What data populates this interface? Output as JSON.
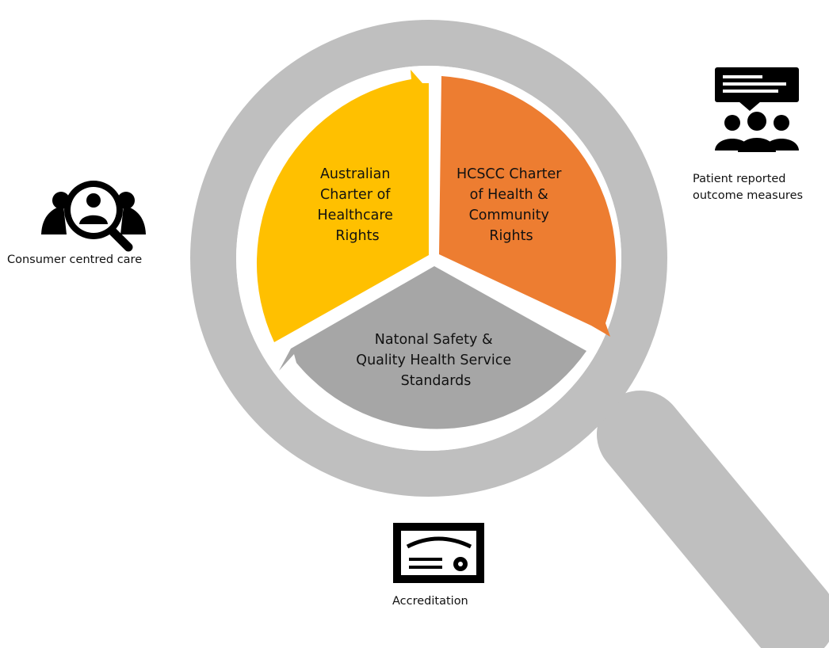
{
  "segments": {
    "australian": {
      "lines": [
        "Australian",
        "Charter of",
        "Healthcare",
        "Rights"
      ],
      "color": "#FFC000"
    },
    "hcscc": {
      "lines": [
        "HCSCC Charter",
        "of Health &",
        "Community",
        "Rights"
      ],
      "color": "#ED7D31"
    },
    "national": {
      "lines": [
        "Natonal Safety &",
        "Quality Health Service",
        "Standards"
      ],
      "color": "#A6A6A6"
    }
  },
  "magnifier_color": "#BFBFBF",
  "icons": {
    "consumer": {
      "icon": "consumer-magnifier-icon",
      "label": "Consumer centred care"
    },
    "patient": {
      "icon": "speech-group-icon",
      "label_lines": [
        "Patient reported",
        "outcome measures"
      ]
    },
    "accreditation": {
      "icon": "certificate-icon",
      "label": "Accreditation"
    }
  }
}
